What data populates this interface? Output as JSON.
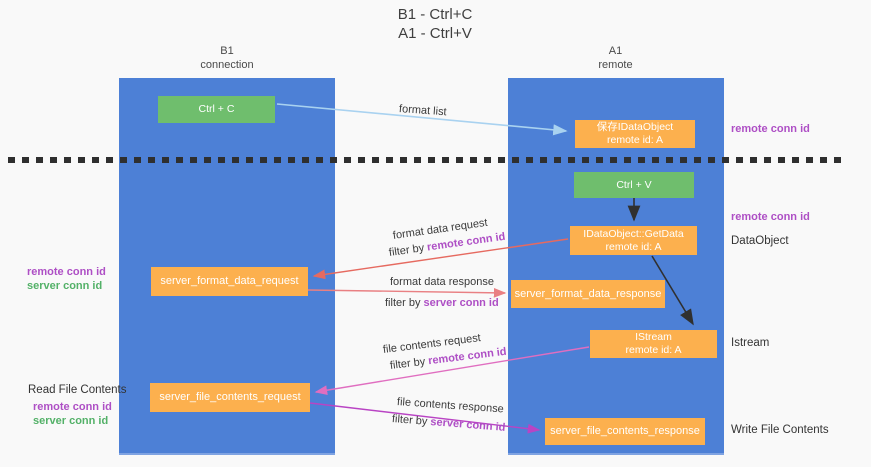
{
  "title": {
    "line1": "B1 - Ctrl+C",
    "line2": "A1 - Ctrl+V"
  },
  "columns": {
    "left": {
      "name": "B1",
      "role": "connection"
    },
    "right": {
      "name": "A1",
      "role": "remote"
    }
  },
  "nodes": {
    "ctrl_c": "Ctrl + C",
    "save_idataobject": {
      "line1": "保存IDataObject",
      "line2": "remote id: A"
    },
    "ctrl_v": "Ctrl + V",
    "getdata": {
      "line1": "IDataObject::GetData",
      "line2": "remote id: A"
    },
    "server_format_data_request": "server_format_data_request",
    "server_format_data_response": "server_format_data_response",
    "istream": {
      "line1": "IStream",
      "line2": "remote id: A"
    },
    "server_file_contents_request": "server_file_contents_request",
    "server_file_contents_response": "server_file_contents_response"
  },
  "labels": {
    "format_list": "format list",
    "format_data_request": "format data request",
    "format_data_response": "format data response",
    "file_contents_request": "file contents request",
    "file_contents_response": "file contents response",
    "filter_by": "filter by ",
    "remote_conn_id": "remote conn id",
    "server_conn_id": "server conn id",
    "dataobject": "DataObject",
    "istream": "Istream",
    "read_file_contents": "Read File Contents",
    "write_file_contents": "Write File Contents"
  },
  "colors": {
    "lane_blue": "#4d80d6",
    "box_green": "#6fbe6d",
    "box_orange": "#fcb04e",
    "conn_id_purple": "#ae4fc5",
    "conn_id_green": "#53b168",
    "arrow_light_blue": "#a9d2f0",
    "arrow_red": "#e66a60",
    "arrow_salmon": "#e98083",
    "arrow_pink": "#e06ec0",
    "arrow_magenta": "#b944c4",
    "arrow_black": "#303030"
  }
}
